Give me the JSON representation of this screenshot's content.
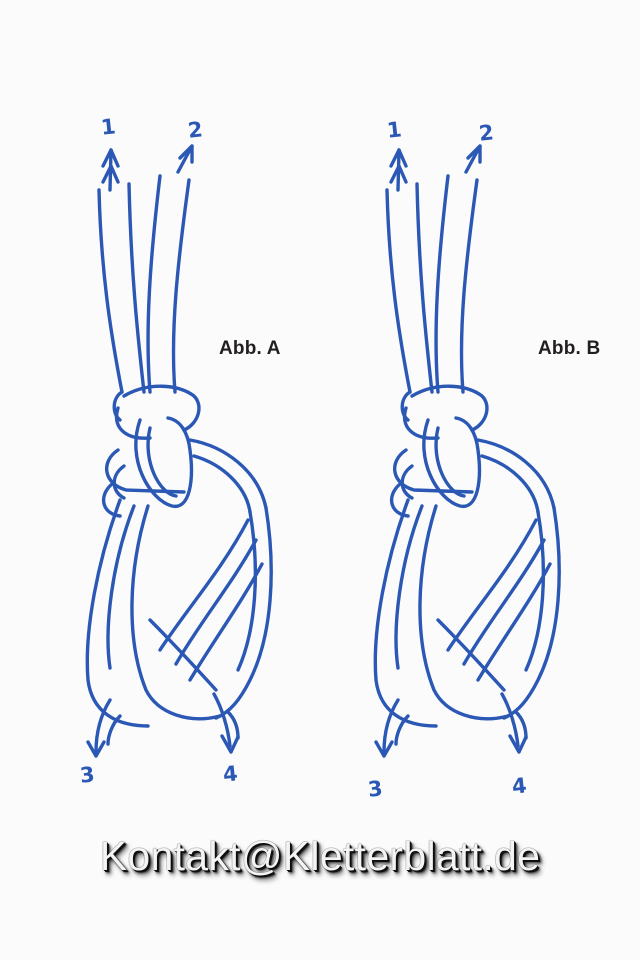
{
  "figures": [
    {
      "label": "Abb. A",
      "strands": {
        "top_left": "1",
        "top_right": "2",
        "bottom_left": "3",
        "bottom_right": "4"
      }
    },
    {
      "label": "Abb. B",
      "strands": {
        "top_left": "1",
        "top_right": "2",
        "bottom_left": "3",
        "bottom_right": "4"
      }
    }
  ],
  "footer_text": "Kontakt@Kletterblatt.de",
  "colors": {
    "rope": "#2b58b4",
    "label": "#231f20",
    "background": "#fbfbfc"
  }
}
